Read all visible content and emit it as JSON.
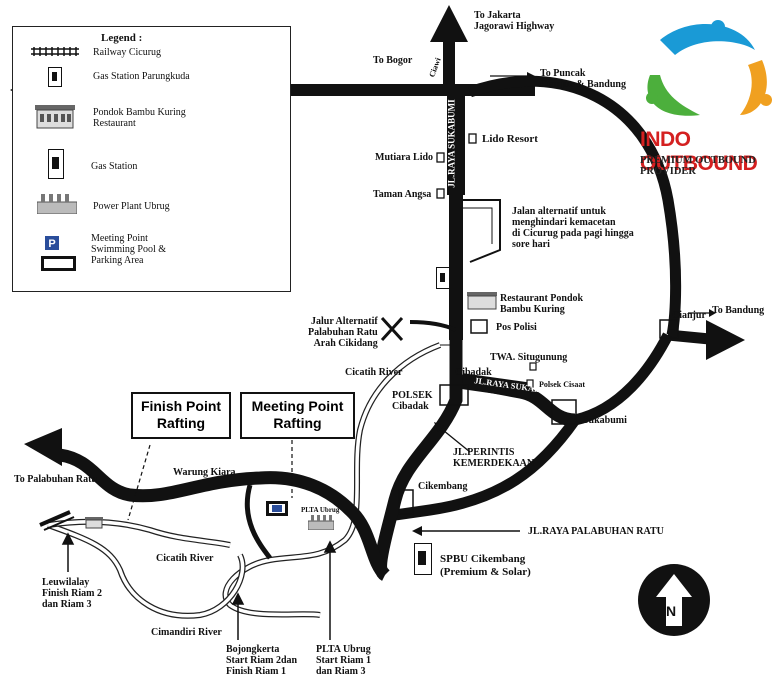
{
  "legend": {
    "title": "Legend :",
    "items": [
      {
        "icon": "railway-icon",
        "label": "Railway Cicurug"
      },
      {
        "icon": "fuel-pump-icon",
        "label": "Gas Station  Parungkuda"
      },
      {
        "icon": "restaurant-icon",
        "label": "Pondok Bambu Kuring\nRestaurant"
      },
      {
        "icon": "fuel-pump-icon",
        "label": "Gas Station"
      },
      {
        "icon": "power-plant-icon",
        "label": "Power Plant Ubrug"
      },
      {
        "icon": "parking-icon",
        "label": "Meeting Point\nSwimming Pool &\nParking Area"
      }
    ]
  },
  "logo": {
    "title": "INDO OUTBOUND",
    "subtitle": "PREMIUM OUTBOUND PROVIDER",
    "colors": {
      "blue": "#1a9ad6",
      "orange": "#f0a020",
      "green": "#4caf3c",
      "red": "#d42020"
    }
  },
  "callouts": {
    "finish": "Finish Point\nRafting",
    "meeting": "Meeting Point\nRafting"
  },
  "directions": {
    "jakarta": "To Jakarta\nJagorawi Highway",
    "bogor": "To Bogor",
    "puncak": "To Puncak\nCianjur & Bandung",
    "bandung": "To Bandung",
    "palabuhan_ratu": "To Palabuhan Ratu"
  },
  "labels": {
    "ciawi": "Ciawi",
    "jl_raya_sukabumi_v": "JL.RAYA SUKABUMI",
    "lido_resort": "Lido Resort",
    "mutiara_lido": "Mutiara Lido",
    "taman_angsa": "Taman Angsa",
    "jalan_alternatif": "Jalan alternatif untuk\nmenghindari kemacetan\ndi Cicurug pada pagi hingga\nsore hari",
    "restaurant": "Restaurant Pondok\nBambu Kuring",
    "pos_polisi": "Pos Polisi",
    "jalur_alternatif": "Jalur Alternatif\nPalabuhan Ratu\nArah Cikidang",
    "twa": "TWA. Situgunung",
    "cibadak": "Cibadak",
    "polsek_cisaat": "Polsek Cisaat",
    "cicatih_river_top": "Cicatih River",
    "polsek_cibadak": "POLSEK\nCibadak",
    "jl_raya_sukabumi_h": "JL.RAYA SUKABUMI",
    "sukabumi": "Sukabumi",
    "cianjur": "Cianjur",
    "jl_perintis": "JL.PERINTIS\nKEMERDEKAAN",
    "warung_kiara": "Warung Kiara",
    "cikembang": "Cikembang",
    "jl_raya_palabuhan": "JL.RAYA PALABUHAN RATU",
    "spbu": "SPBU Cikembang\n(Premium & Solar)",
    "plta_ubrug_icon": "PLTA Ubrug",
    "cicatih_river_bottom": "Cicatih River",
    "cimandiri_river": "Cimandiri River",
    "leuwilalay": "Leuwilalay\nFinish Riam 2\ndan Riam 3",
    "bojongkerta": "Bojongkerta\nStart Riam 2dan\nFinish Riam 1",
    "plta_ubrug_start": "PLTA Ubrug\nStart Riam 1\ndan Riam 3",
    "north": "N"
  }
}
